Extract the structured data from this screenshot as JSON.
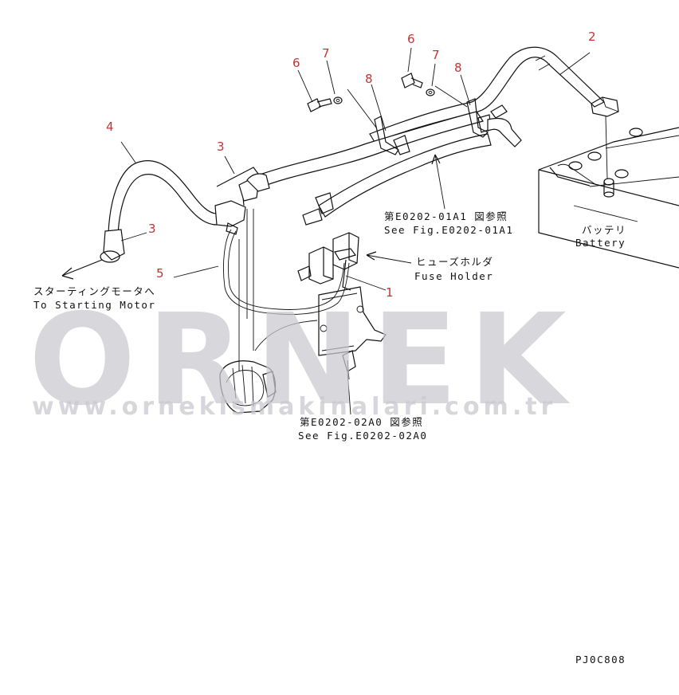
{
  "watermark": {
    "brand": "ORNEK",
    "url": "www.orneklsmakinalari.com.tr"
  },
  "callouts": {
    "p1": "1",
    "p2": "2",
    "p3a": "3",
    "p3b": "3",
    "p4": "4",
    "p5": "5",
    "p6a": "6",
    "p6b": "6",
    "p7a": "7",
    "p7b": "7",
    "p8a": "8",
    "p8b": "8"
  },
  "labels": {
    "ref_01a1_jp": "第E0202-01A1 図参照",
    "ref_01a1_en": "See Fig.E0202-01A1",
    "fuse_holder_jp": "ヒューズホルダ",
    "fuse_holder_en": "Fuse Holder",
    "battery_jp": "バッテリ",
    "battery_en": "Battery",
    "starting_motor_jp": "スターティングモータへ",
    "starting_motor_en": "To Starting Motor",
    "ref_02a0_jp": "第E0202-02A0 図参照",
    "ref_02a0_en": "See Fig.E0202-02A0",
    "drawing_code": "PJ0C808"
  }
}
